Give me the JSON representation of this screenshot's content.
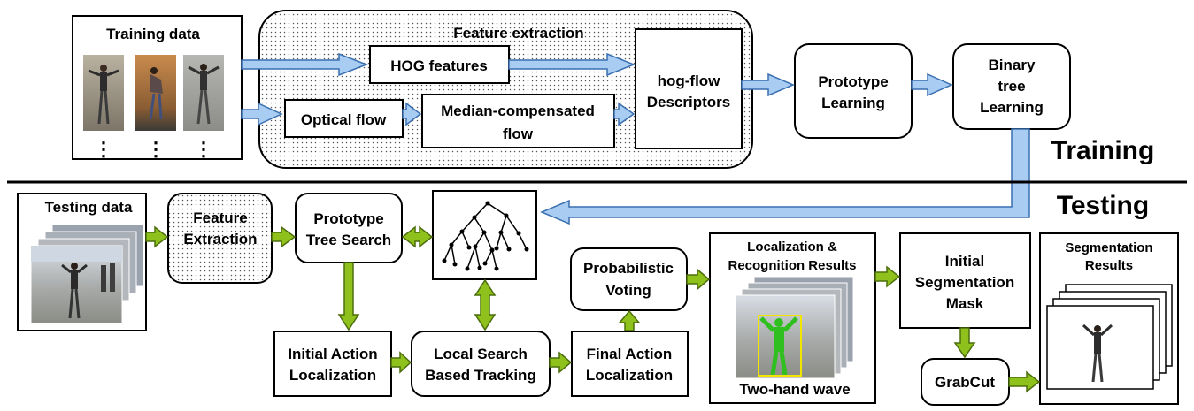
{
  "training": {
    "data_label": "Training data",
    "feature_extraction_label": "Feature extraction",
    "hog_label": "HOG features",
    "optical_flow_label": "Optical flow",
    "median_line1": "Median-compensated",
    "median_line2": "flow",
    "hogflow_line1": "hog-flow",
    "hogflow_line2": "Descriptors",
    "prototype_line1": "Prototype",
    "prototype_line2": "Learning",
    "binary_line1": "Binary",
    "binary_line2": "tree",
    "binary_line3": "Learning",
    "section_label": "Training",
    "ellipsis": "⋮"
  },
  "testing": {
    "section_label": "Testing",
    "data_label": "Testing data",
    "feature_line1": "Feature",
    "feature_line2": "Extraction",
    "proto_line1": "Prototype",
    "proto_line2": "Tree Search",
    "prob_line1": "Probabilistic",
    "prob_line2": "Voting",
    "init_action_line1": "Initial Action",
    "init_action_line2": "Localization",
    "local_line1": "Local Search",
    "local_line2": "Based Tracking",
    "final_line1": "Final Action",
    "final_line2": "Localization",
    "locrec_line1": "Localization &",
    "locrec_line2": "Recognition Results",
    "two_hand": "Two-hand wave",
    "initseg_line1": "Initial",
    "initseg_line2": "Segmentation",
    "initseg_line3": "Mask",
    "grabcut": "GrabCut",
    "segres_line1": "Segmentation",
    "segres_line2": "Results"
  },
  "colors": {
    "training_arrow": "#a9cdf2",
    "testing_arrow": "#8fc11d",
    "detection_box": "#f2e600",
    "segmentation_mask": "#2fbf1f"
  }
}
